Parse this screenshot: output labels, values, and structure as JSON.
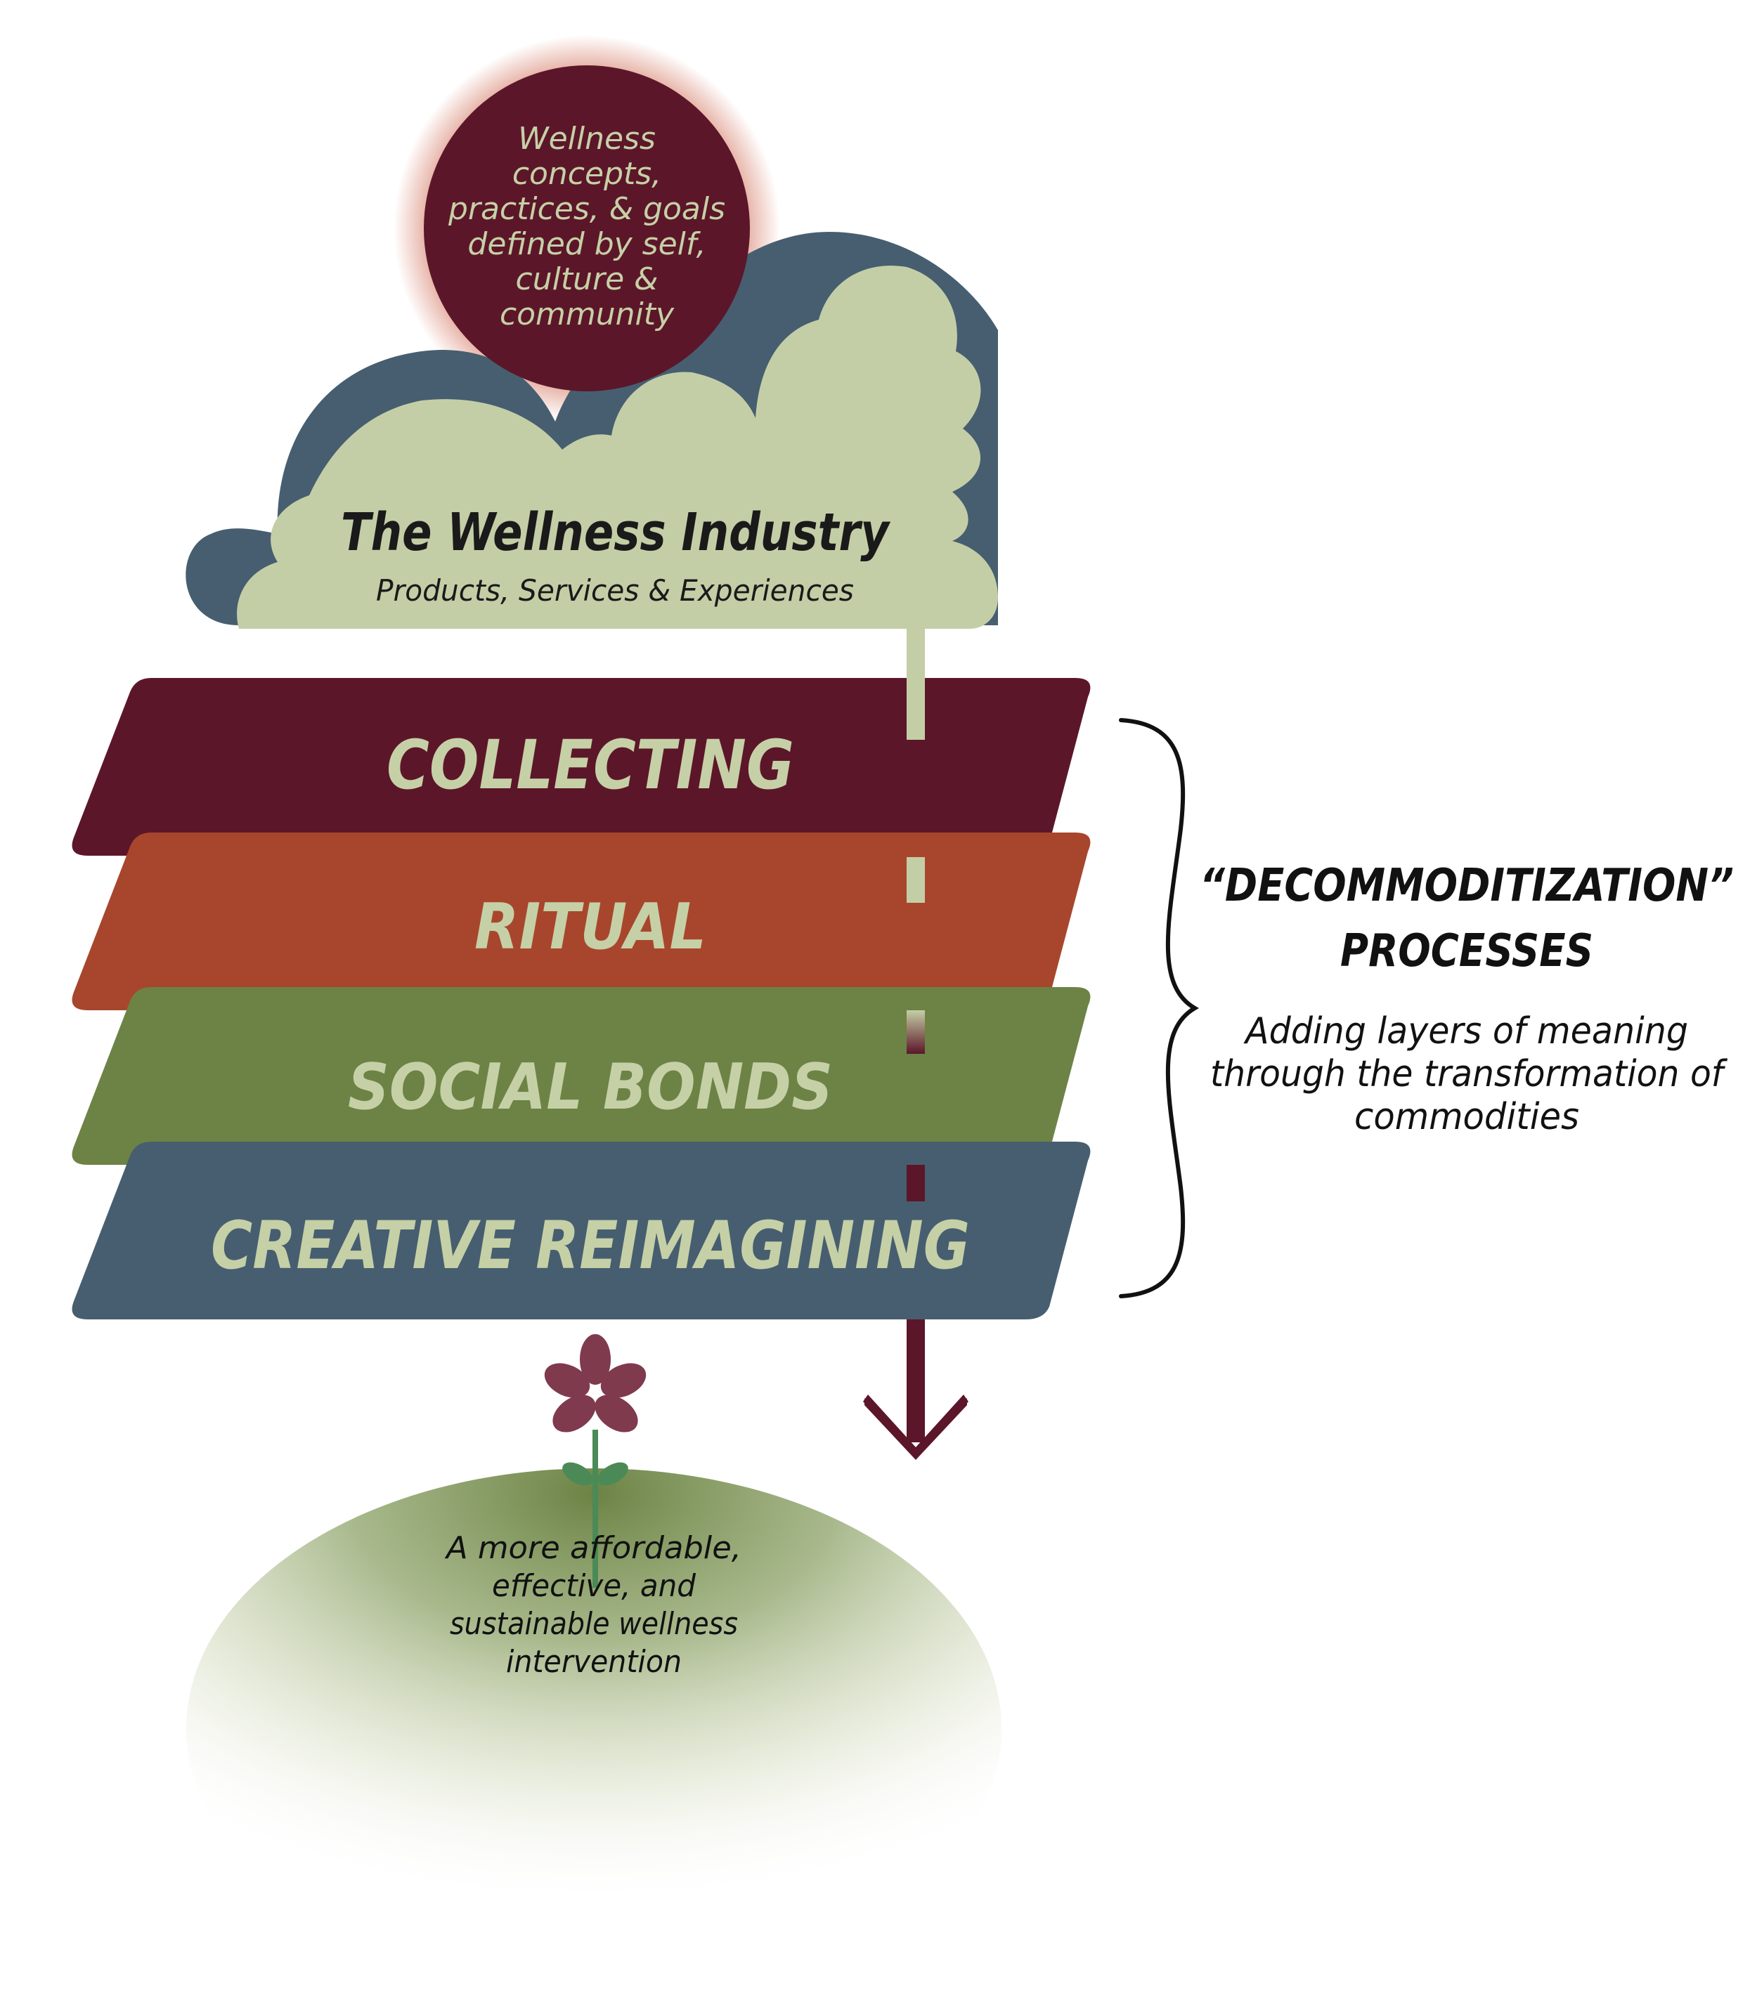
{
  "sun": {
    "lines": [
      "Wellness",
      "concepts,",
      "practices, & goals",
      "defined by self,",
      "culture &",
      "community"
    ]
  },
  "industry": {
    "title": "The Wellness Industry",
    "subtitle": "Products, Services & Experiences"
  },
  "layers": [
    {
      "label": "COLLECTING",
      "color": "#5c1629"
    },
    {
      "label": "RITUAL",
      "color": "#a8462d"
    },
    {
      "label": "SOCIAL BONDS",
      "color": "#6c8345"
    },
    {
      "label": "CREATIVE REIMAGINING",
      "color": "#465e70"
    }
  ],
  "processes": {
    "title_line1": "“DECOMMODITIZATION”",
    "title_line2": "PROCESSES",
    "desc_lines": [
      "Adding layers of meaning",
      "through the transformation of",
      "commodities"
    ]
  },
  "outcome": {
    "lines": [
      "A more affordable,",
      "effective, and",
      "sustainable wellness",
      "intervention"
    ]
  },
  "colors": {
    "text_light": "#c6d0a6",
    "cloud_back": "#465e70",
    "cloud_front": "#c4cea6",
    "arrow": "#5c1629",
    "sun": "#5c1629",
    "sun_glow": "#c5492c",
    "hill": "#6c8345",
    "flower": "#7f3a4d",
    "leaf": "#4b8a56",
    "dark_text": "#1a1a1a"
  },
  "icons": [
    "sun-circle",
    "cloud-shape",
    "down-arrow-icon",
    "curly-brace-icon",
    "flower-icon",
    "hill-shape"
  ]
}
